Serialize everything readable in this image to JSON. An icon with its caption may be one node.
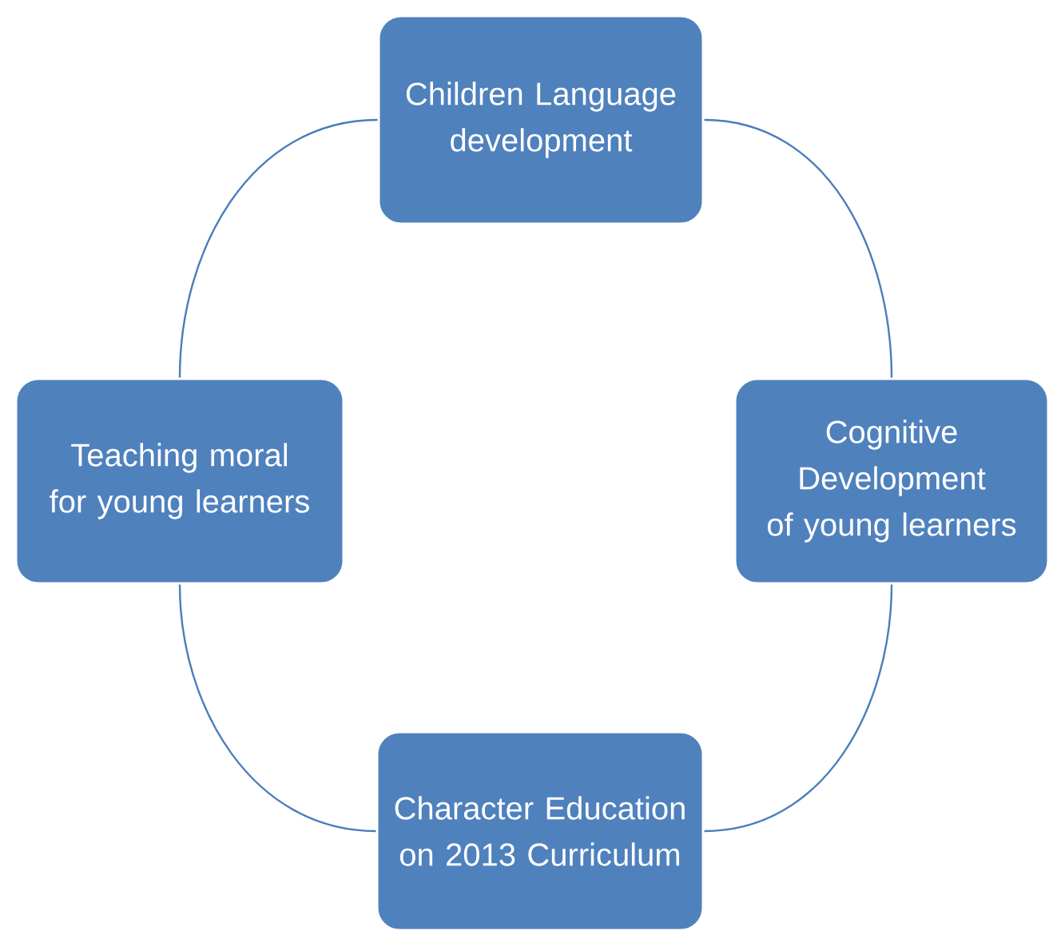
{
  "diagram": {
    "nodes": [
      {
        "text": [
          "Children Language development"
        ]
      },
      {
        "text": [
          "Teaching moral for young learners"
        ]
      },
      {
        "text": [
          "Cognitive Development of young learners"
        ]
      },
      {
        "text": [
          "Character Education on 2013 Curriculum"
        ]
      }
    ],
    "edges": [
      {
        "from": 0,
        "to": 2,
        "arrow": "none"
      },
      {
        "from": 2,
        "to": 3,
        "arrow": "none"
      },
      {
        "from": 3,
        "to": 1,
        "arrow": "none"
      },
      {
        "from": 1,
        "to": 0,
        "arrow": "none"
      }
    ]
  }
}
